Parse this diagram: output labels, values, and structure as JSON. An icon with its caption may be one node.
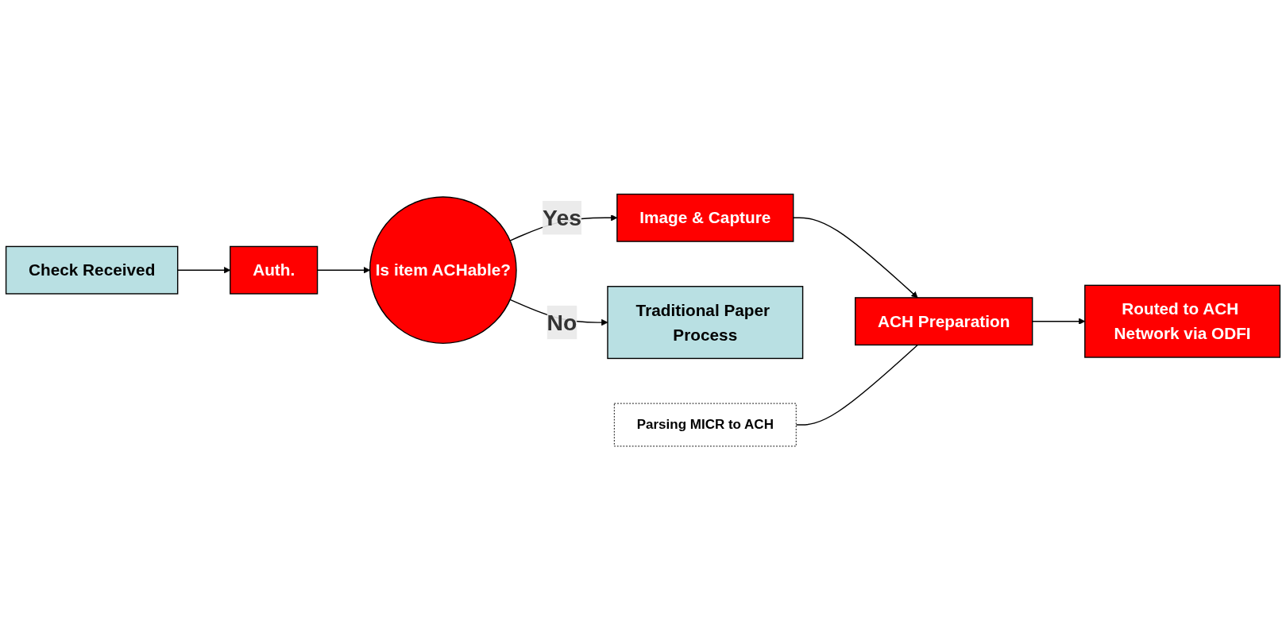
{
  "diagram": {
    "nodes": [
      {
        "text": [
          "Check Received"
        ]
      },
      {
        "text": [
          "Auth."
        ]
      },
      {
        "text": [
          "Is item ACHable?"
        ]
      },
      {
        "text": [
          "Image & Capture"
        ]
      },
      {
        "text": [
          "Traditional Paper Process"
        ]
      },
      {
        "text": [
          "ACH Preparation"
        ]
      },
      {
        "text": [
          "Parsing MICR to ACH"
        ]
      },
      {
        "text": [
          "Routed to ACH Network via ODFI"
        ]
      }
    ],
    "edges": [
      {
        "from": 0,
        "to": 1,
        "arrow": "to"
      },
      {
        "from": 1,
        "to": 2,
        "arrow": "to"
      },
      {
        "from": 2,
        "to": 3,
        "arrow": "to",
        "label": "Yes"
      },
      {
        "from": 2,
        "to": 4,
        "arrow": "to",
        "label": "No"
      },
      {
        "from": 3,
        "to": 5,
        "arrow": "to"
      },
      {
        "from": 6,
        "to": 5,
        "arrow": "none"
      },
      {
        "from": 5,
        "to": 7,
        "arrow": "to"
      }
    ]
  }
}
